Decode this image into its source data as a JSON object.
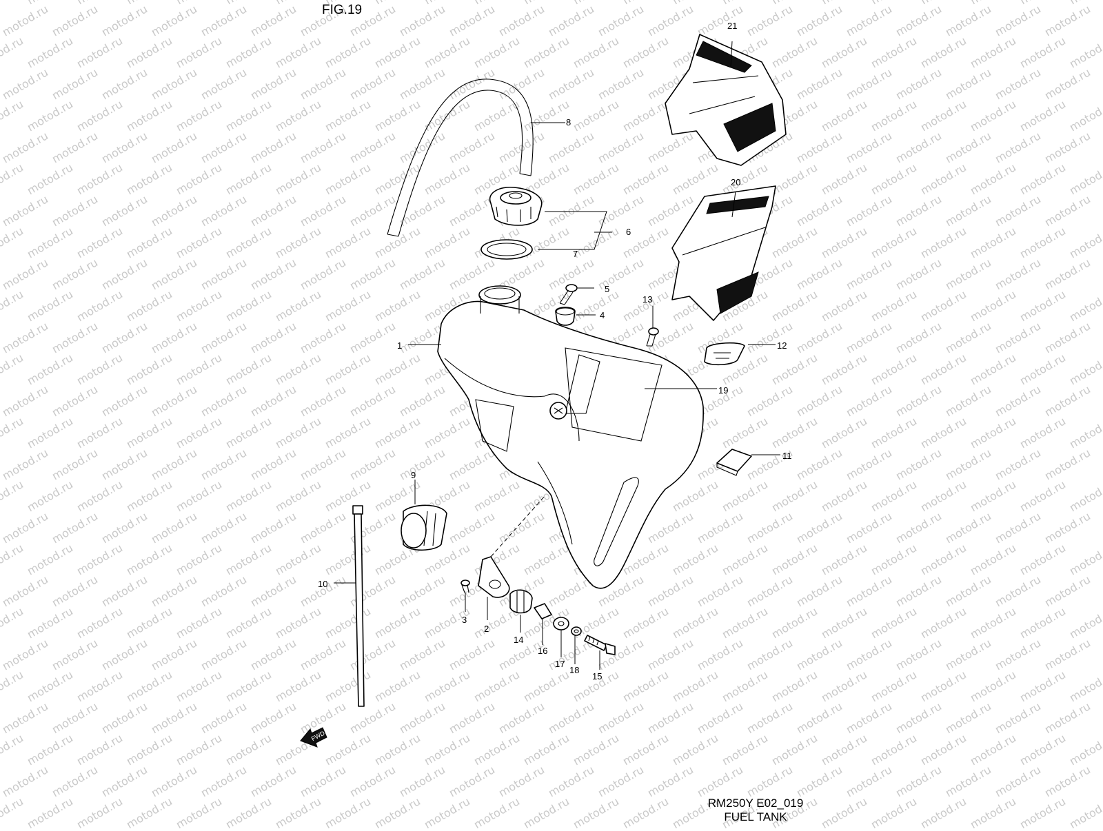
{
  "figure": {
    "title": "FIG.19",
    "watermark": "motod.ru"
  },
  "part_labels": {
    "p1": "1",
    "p2": "2",
    "p3": "3",
    "p4": "4",
    "p5": "5",
    "p6": "6",
    "p7": "7",
    "p8": "8",
    "p9": "9",
    "p10": "10",
    "p11": "11",
    "p12": "12",
    "p13": "13",
    "p14": "14",
    "p15": "15",
    "p16": "16",
    "p17": "17",
    "p18": "18",
    "p19": "19",
    "p20": "20",
    "p21": "21"
  },
  "fwd_arrow": {
    "text": "FWD"
  },
  "footer": {
    "code": "RM250Y E02_019",
    "name": "FUEL TANK"
  },
  "colors": {
    "line": "#000000",
    "background": "#ffffff",
    "watermark": "#c9c9c9"
  }
}
